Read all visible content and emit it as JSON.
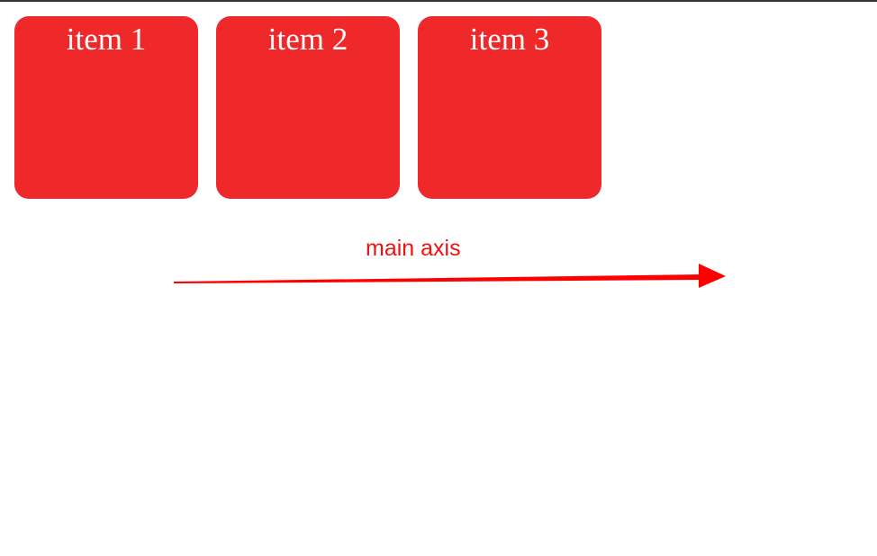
{
  "items": [
    {
      "label": "item 1"
    },
    {
      "label": "item 2"
    },
    {
      "label": "item 3"
    }
  ],
  "axis": {
    "label": "main axis",
    "color": "#ff0000"
  },
  "colors": {
    "item_background": "#ef2929",
    "item_text": "#ffffff",
    "label_text": "#ee1111"
  }
}
